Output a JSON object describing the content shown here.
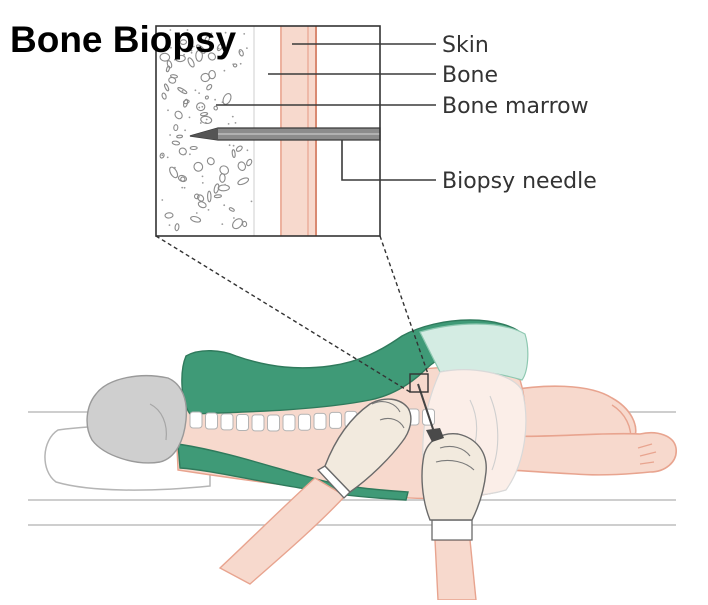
{
  "title": "Bone Biopsy",
  "labels": {
    "skin": "Skin",
    "bone": "Bone",
    "bone_marrow": "Bone marrow",
    "biopsy_needle": "Biopsy needle"
  },
  "colors": {
    "gown": "#3f9a77",
    "skin": "#f7d9cd",
    "skin_outline": "#e8a48f",
    "marrow_stroke": "#8a8a8a",
    "hair": "#cfcfcf",
    "needle": "#6d6d6d"
  }
}
